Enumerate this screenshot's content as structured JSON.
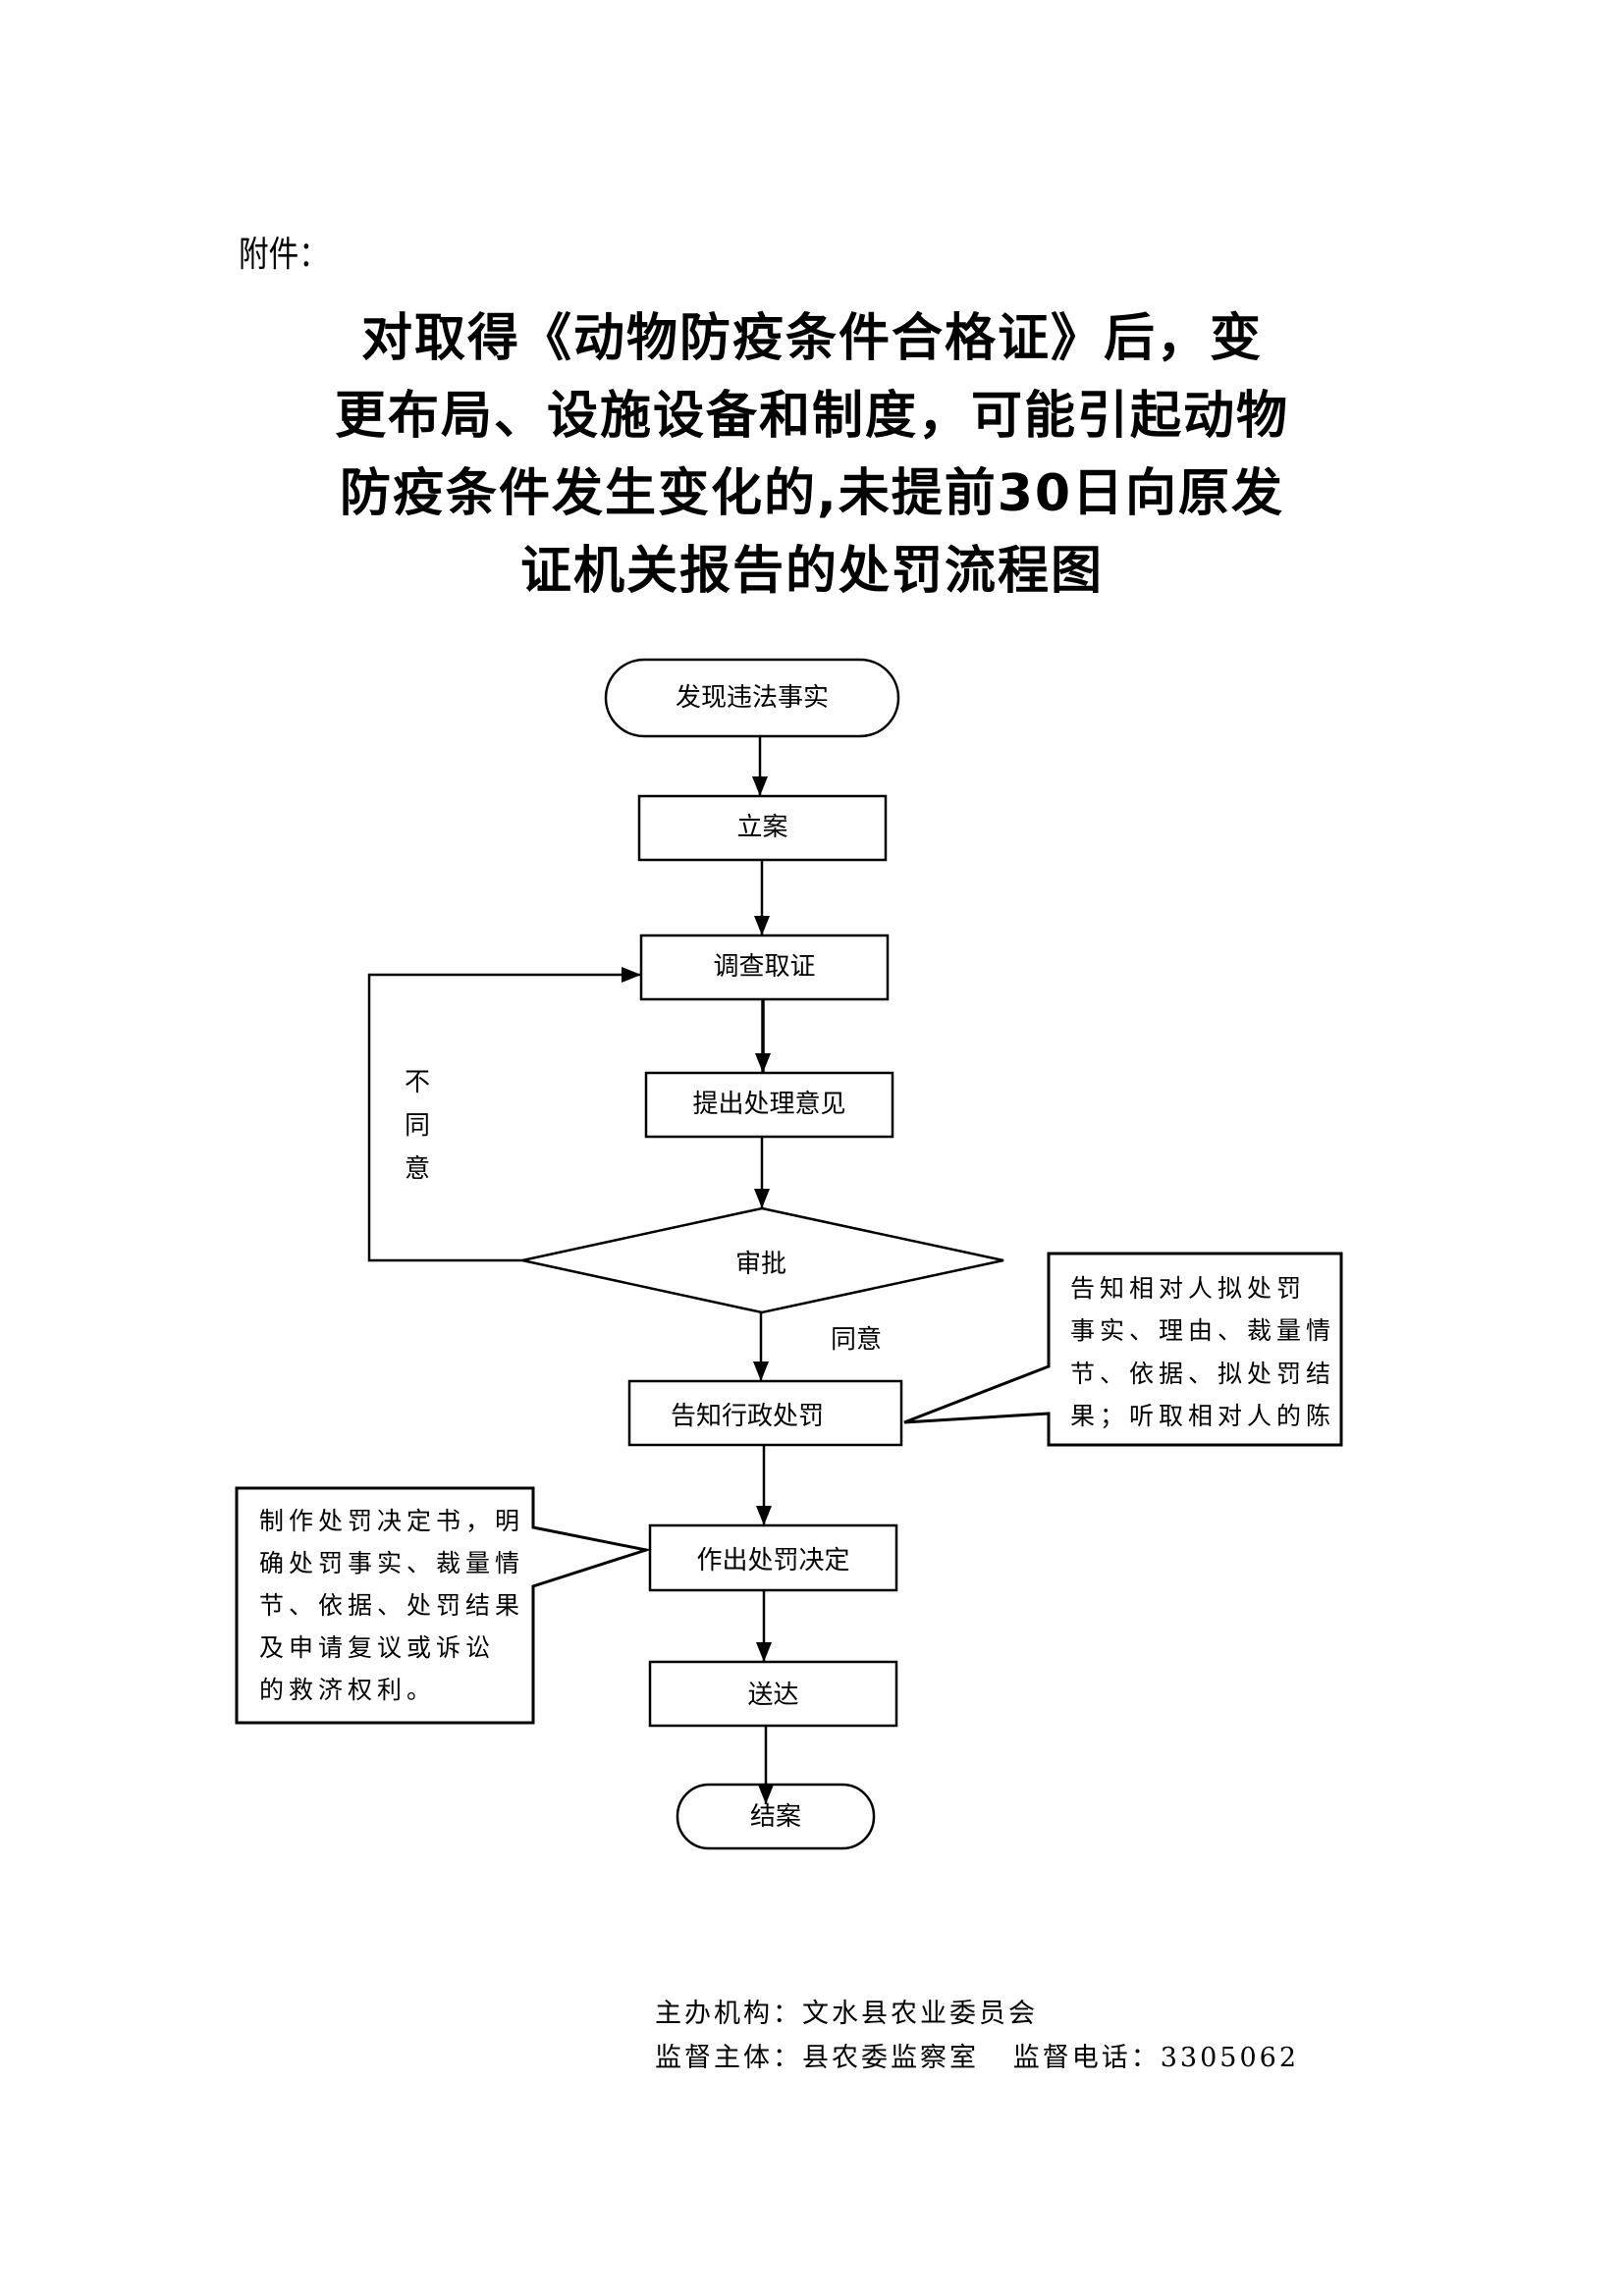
{
  "attachment_label": "附件：",
  "title_lines": [
    "对取得《动物防疫条件合格证》后，变",
    "更布局、设施设备和制度，可能引起动物",
    "防疫条件发生变化的,未提前30日向原发",
    "证机关报告的处罚流程图"
  ],
  "flowchart": {
    "nodes": {
      "start": "发现违法事实",
      "register_case": "立案",
      "investigate": "调查取证",
      "propose_opinion": "提出处理意见",
      "approval": "审批",
      "notify_penalty": "告知行政处罚",
      "make_decision": "作出处罚决定",
      "deliver": "送达",
      "close_case": "结案"
    },
    "edge_labels": {
      "agree": "同意",
      "disagree": [
        "不",
        "同",
        "意"
      ]
    },
    "callouts": {
      "notify_detail": [
        "告知相对人拟处罚",
        "事实、理由、裁量情",
        "节、依据、拟处罚结",
        "果；听取相对人的陈"
      ],
      "decision_detail": [
        "制作处罚决定书，明",
        "确处罚事实、裁量情",
        "节、依据、处罚结果",
        "及申请复议或诉讼",
        "的救济权利。"
      ]
    }
  },
  "footer": {
    "organizer": "主办机构：文水县农业委员会",
    "supervisor": "监督主体：县农委监察室   监督电话：3305062"
  }
}
